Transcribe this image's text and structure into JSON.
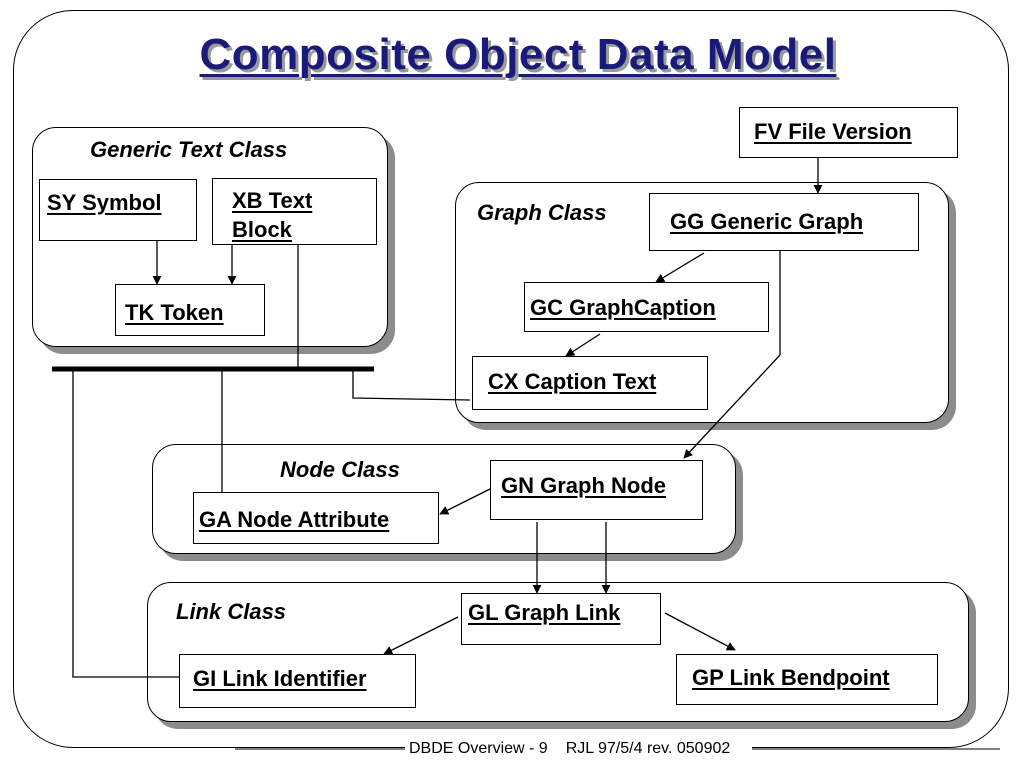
{
  "title": "Composite Object Data Model",
  "groups": {
    "generic_text": "Generic Text Class",
    "graph": "Graph Class",
    "node": "Node Class",
    "link": "Link Class"
  },
  "boxes": {
    "fv": "FV File Version",
    "sy": "SY Symbol",
    "xb_line1": "XB Text",
    "xb_line2": "Block",
    "tk": "TK Token",
    "gg": "GG Generic Graph",
    "gc": "GC GraphCaption",
    "cx": "CX Caption Text",
    "gn": "GN Graph Node",
    "ga": "GA Node Attribute",
    "gl": "GL Graph Link",
    "gi": "GI Link Identifier",
    "gp": "GP Link Bendpoint"
  },
  "footer": {
    "left": "DBDE Overview - 9",
    "right": "RJL 97/5/4 rev. 050902"
  }
}
